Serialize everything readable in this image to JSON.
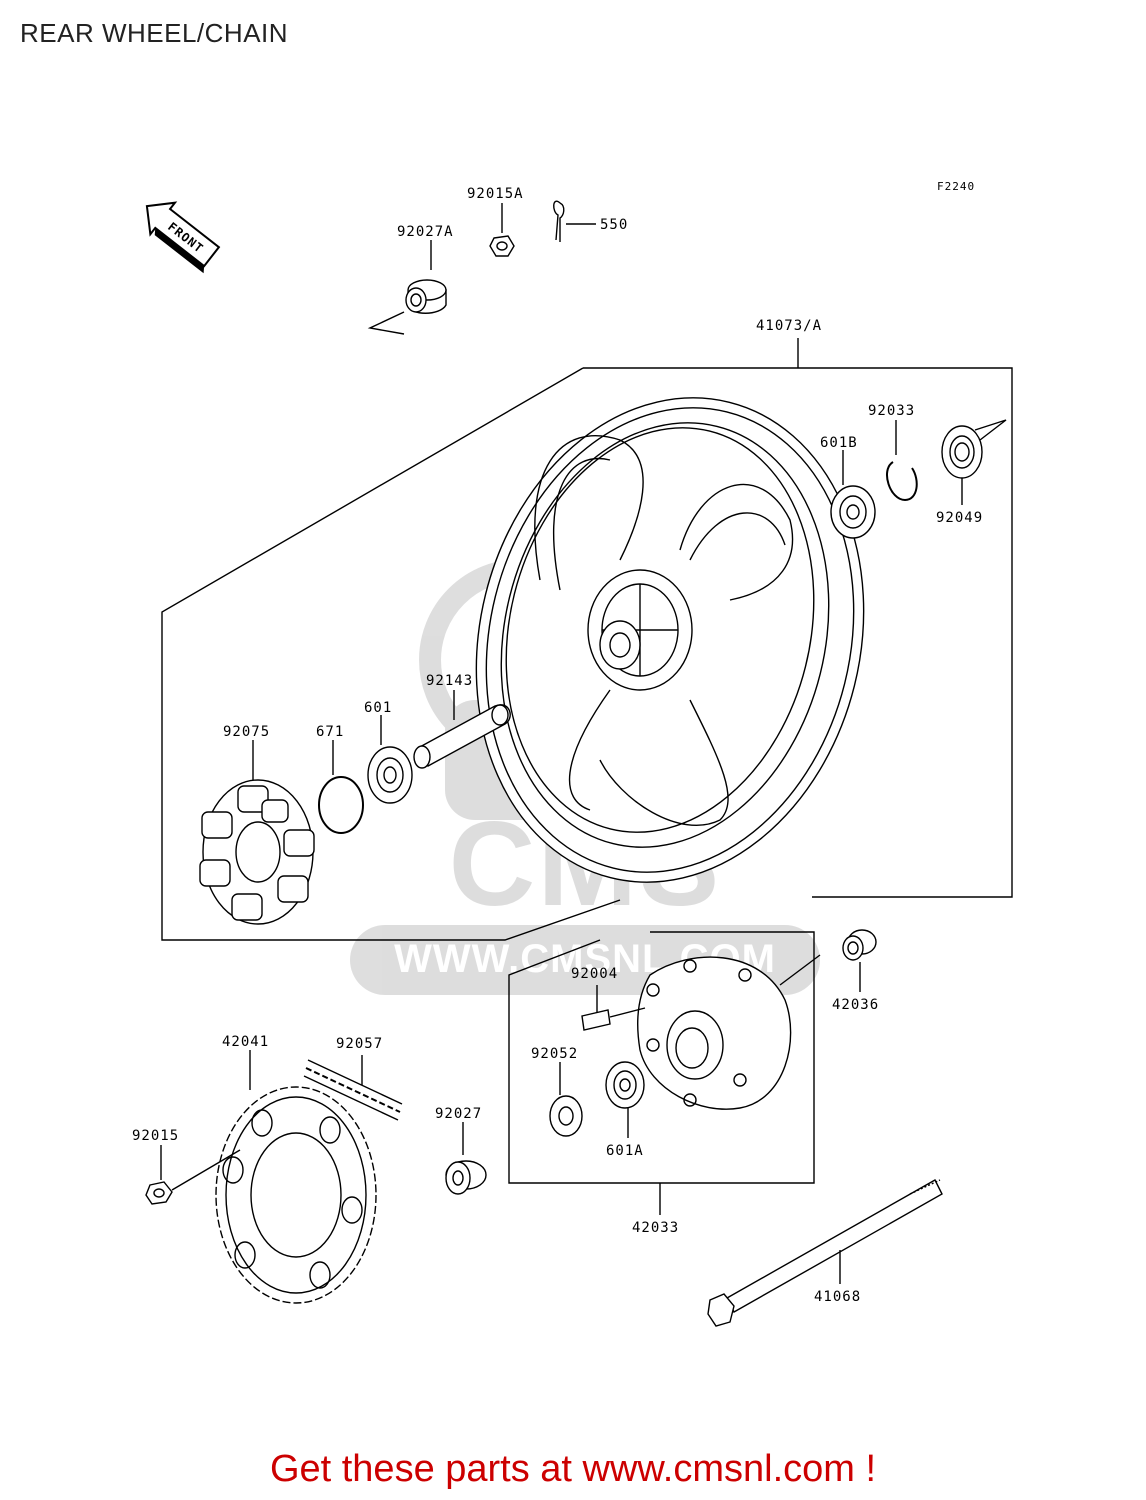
{
  "page": {
    "title": "REAR WHEEL/CHAIN"
  },
  "diagram": {
    "figure_code": "F2240",
    "front_marker": "FRONT",
    "watermark": {
      "brand": "CMS",
      "url": "WWW.CMSNL.COM"
    },
    "callouts": {
      "p92015A": "92015A",
      "p550": "550",
      "p92027A": "92027A",
      "p41073A": "41073/A",
      "p92033": "92033",
      "p601B": "601B",
      "p92049": "92049",
      "p92143": "92143",
      "p601": "601",
      "p671": "671",
      "p92075": "92075",
      "p92004": "92004",
      "p42036": "42036",
      "p92052": "92052",
      "p601A": "601A",
      "p42033": "42033",
      "p42041": "42041",
      "p92057": "92057",
      "p92027": "92027",
      "p92015": "92015",
      "p41068": "41068"
    }
  },
  "footer": {
    "prefix": "Get these parts at ",
    "link_text": "www.cmsnl.com",
    "suffix": " !",
    "color": "#cc0000"
  }
}
